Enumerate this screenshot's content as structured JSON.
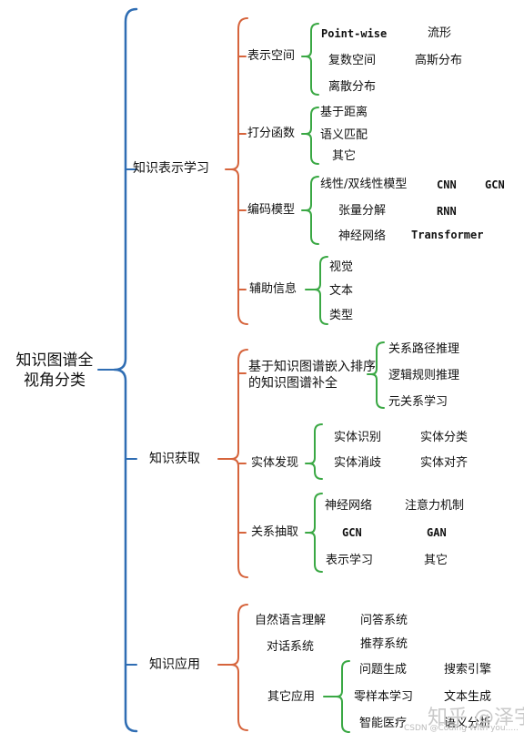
{
  "root": "知识图谱全视角分类",
  "sections": [
    {
      "label": "知识表示学习",
      "groups": [
        {
          "label": "表示空间",
          "items": [
            "Point-wise",
            "流形",
            "复数空间",
            "高斯分布",
            "离散分布"
          ]
        },
        {
          "label": "打分函数",
          "items": [
            "基于距离",
            "语义匹配",
            "其它"
          ]
        },
        {
          "label": "编码模型",
          "items": [
            "线性/双线性模型",
            "CNN",
            "GCN",
            "张量分解",
            "RNN",
            "神经网络",
            "Transformer"
          ]
        },
        {
          "label": "辅助信息",
          "items": [
            "视觉",
            "文本",
            "类型"
          ]
        }
      ]
    },
    {
      "label": "知识获取",
      "groups": [
        {
          "label": "基于知识图谱嵌入排序的知识图谱补全",
          "items": [
            "关系路径推理",
            "逻辑规则推理",
            "元关系学习"
          ]
        },
        {
          "label": "实体发现",
          "items": [
            "实体识别",
            "实体分类",
            "实体消歧",
            "实体对齐"
          ]
        },
        {
          "label": "关系抽取",
          "items": [
            "神经网络",
            "注意力机制",
            "GCN",
            "GAN",
            "表示学习",
            "其它"
          ]
        }
      ]
    },
    {
      "label": "知识应用",
      "groups": [
        {
          "label": "自然语言理解",
          "items": []
        },
        {
          "label": "问答系统",
          "items": []
        },
        {
          "label": "对话系统",
          "items": []
        },
        {
          "label": "推荐系统",
          "items": []
        },
        {
          "label": "其它应用",
          "items": [
            "问题生成",
            "搜索引擎",
            "零样本学习",
            "文本生成",
            "智能医疗",
            "语义分析"
          ]
        }
      ]
    }
  ],
  "colors": {
    "blue": "#2f6db3",
    "orange": "#d6643c",
    "green": "#3aa844",
    "text": "#111111"
  },
  "watermark": {
    "brand": "知乎 @泽宇",
    "credit": "CSDN @Coding With you....."
  }
}
